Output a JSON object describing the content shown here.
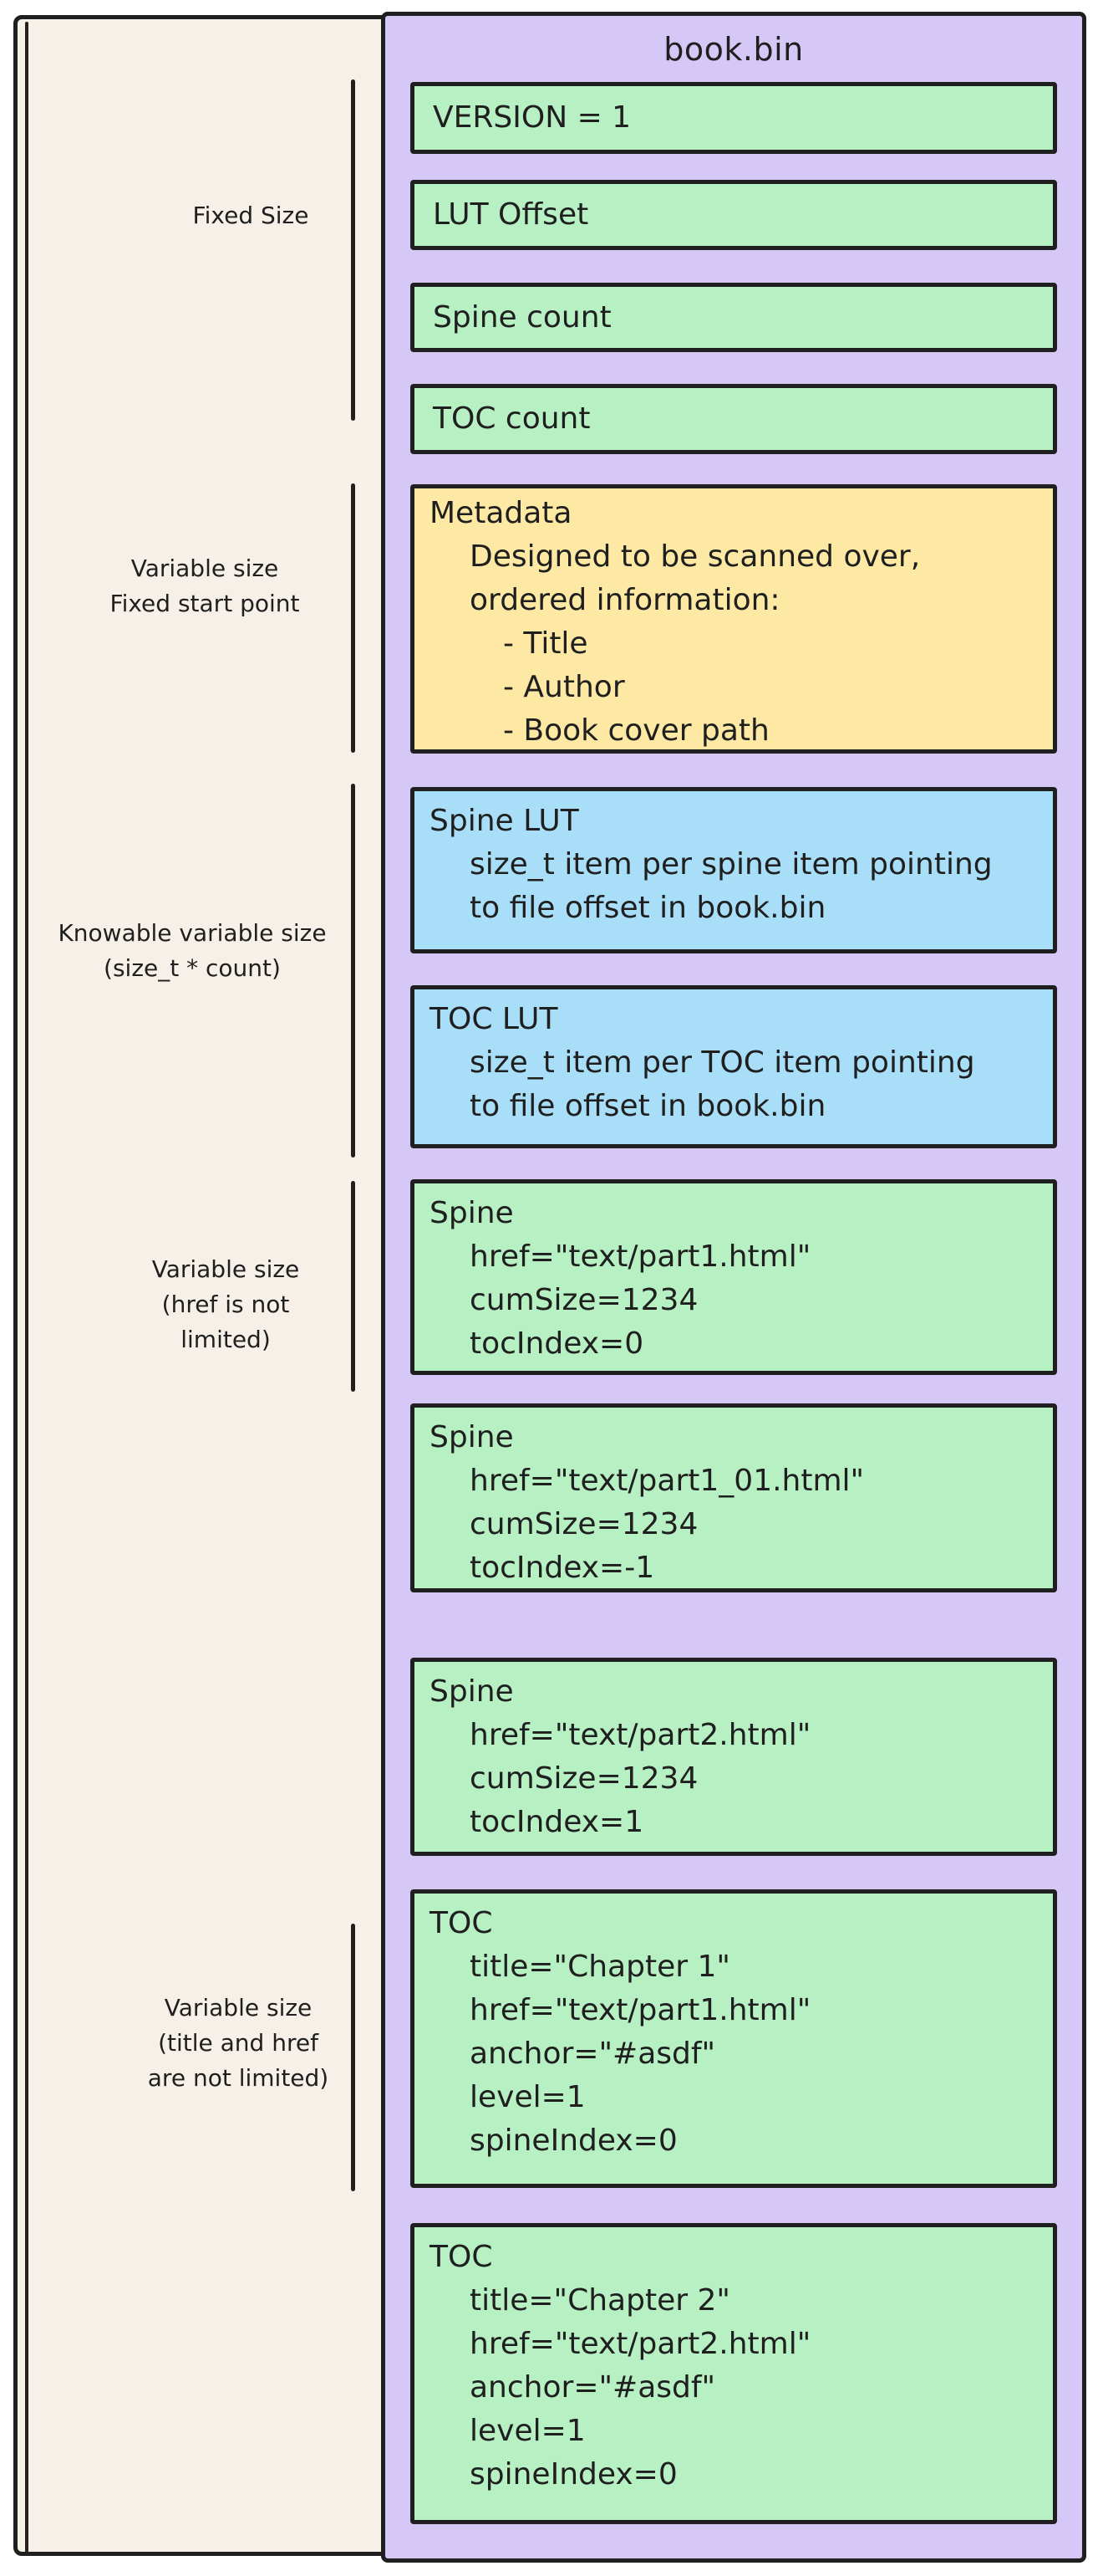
{
  "diagram": {
    "container_title": "book.bin",
    "colors": {
      "background": "#f6f0e8",
      "container_purple": "#d5c7f6",
      "field_green": "#b7f0c3",
      "metadata_yellow": "#fde9a4",
      "lut_blue": "#a9def8",
      "stroke": "#1f1f1f"
    }
  },
  "left_labels": [
    {
      "lines": [
        "Fixed Size"
      ]
    },
    {
      "lines": [
        "Variable size",
        "Fixed start point"
      ]
    },
    {
      "lines": [
        "Knowable variable size",
        "(size_t * count)"
      ]
    },
    {
      "lines": [
        "Variable size",
        "(href is not",
        "limited)"
      ]
    },
    {
      "lines": [
        "Variable size",
        "(title and href",
        "are not limited)"
      ]
    }
  ],
  "boxes": [
    {
      "kind": "green",
      "lines": [
        "VERSION = 1"
      ]
    },
    {
      "kind": "green",
      "lines": [
        "LUT Offset"
      ]
    },
    {
      "kind": "green",
      "lines": [
        "Spine count"
      ]
    },
    {
      "kind": "green",
      "lines": [
        "TOC count"
      ]
    },
    {
      "kind": "yellow",
      "title": "Metadata",
      "lines": [
        "Designed to be scanned over,",
        "ordered information:",
        "- Title",
        "- Author",
        "- Book cover path"
      ]
    },
    {
      "kind": "blue",
      "title": "Spine LUT",
      "lines": [
        "size_t item per spine item pointing",
        "to file offset in book.bin"
      ]
    },
    {
      "kind": "blue",
      "title": "TOC LUT",
      "lines": [
        "size_t item per TOC item pointing",
        "to file offset in book.bin"
      ]
    },
    {
      "kind": "green",
      "title": "Spine",
      "lines": [
        "href=\"text/part1.html\"",
        "cumSize=1234",
        "tocIndex=0"
      ]
    },
    {
      "kind": "green",
      "title": "Spine",
      "lines": [
        "href=\"text/part1_01.html\"",
        "cumSize=1234",
        "tocIndex=-1"
      ]
    },
    {
      "kind": "green",
      "title": "Spine",
      "lines": [
        "href=\"text/part2.html\"",
        "cumSize=1234",
        "tocIndex=1"
      ]
    },
    {
      "kind": "green",
      "title": "TOC",
      "lines": [
        "title=\"Chapter 1\"",
        "href=\"text/part1.html\"",
        "anchor=\"#asdf\"",
        "level=1",
        "spineIndex=0"
      ]
    },
    {
      "kind": "green",
      "title": "TOC",
      "lines": [
        "title=\"Chapter 2\"",
        "href=\"text/part2.html\"",
        "anchor=\"#asdf\"",
        "level=1",
        "spineIndex=0"
      ]
    }
  ]
}
